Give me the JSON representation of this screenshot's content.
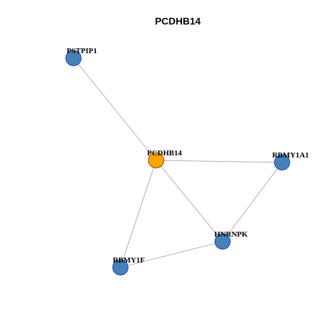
{
  "title": "PCDHB14",
  "colors": {
    "focus_fill": "#FFA500",
    "focus_stroke": "#8B4513",
    "node_fill": "#4682B4",
    "node_stroke": "#1E3FD0",
    "edge": "#A6A6A6"
  },
  "nodes": [
    {
      "id": "PCDHB14",
      "label": "PCDHB14",
      "focus": true
    },
    {
      "id": "PSTPIP1",
      "label": "PSTPIP1",
      "focus": false
    },
    {
      "id": "RBMY1A1",
      "label": "RBMY1A1",
      "focus": false
    },
    {
      "id": "HNRNPK",
      "label": "HNRNPK",
      "focus": false
    },
    {
      "id": "RBMY1F",
      "label": "RBMY1F",
      "focus": false
    }
  ],
  "edges": [
    {
      "source": "PSTPIP1",
      "target": "PCDHB14"
    },
    {
      "source": "PCDHB14",
      "target": "RBMY1A1"
    },
    {
      "source": "PCDHB14",
      "target": "HNRNPK"
    },
    {
      "source": "PCDHB14",
      "target": "RBMY1F"
    },
    {
      "source": "RBMY1A1",
      "target": "HNRNPK"
    },
    {
      "source": "HNRNPK",
      "target": "RBMY1F"
    }
  ]
}
